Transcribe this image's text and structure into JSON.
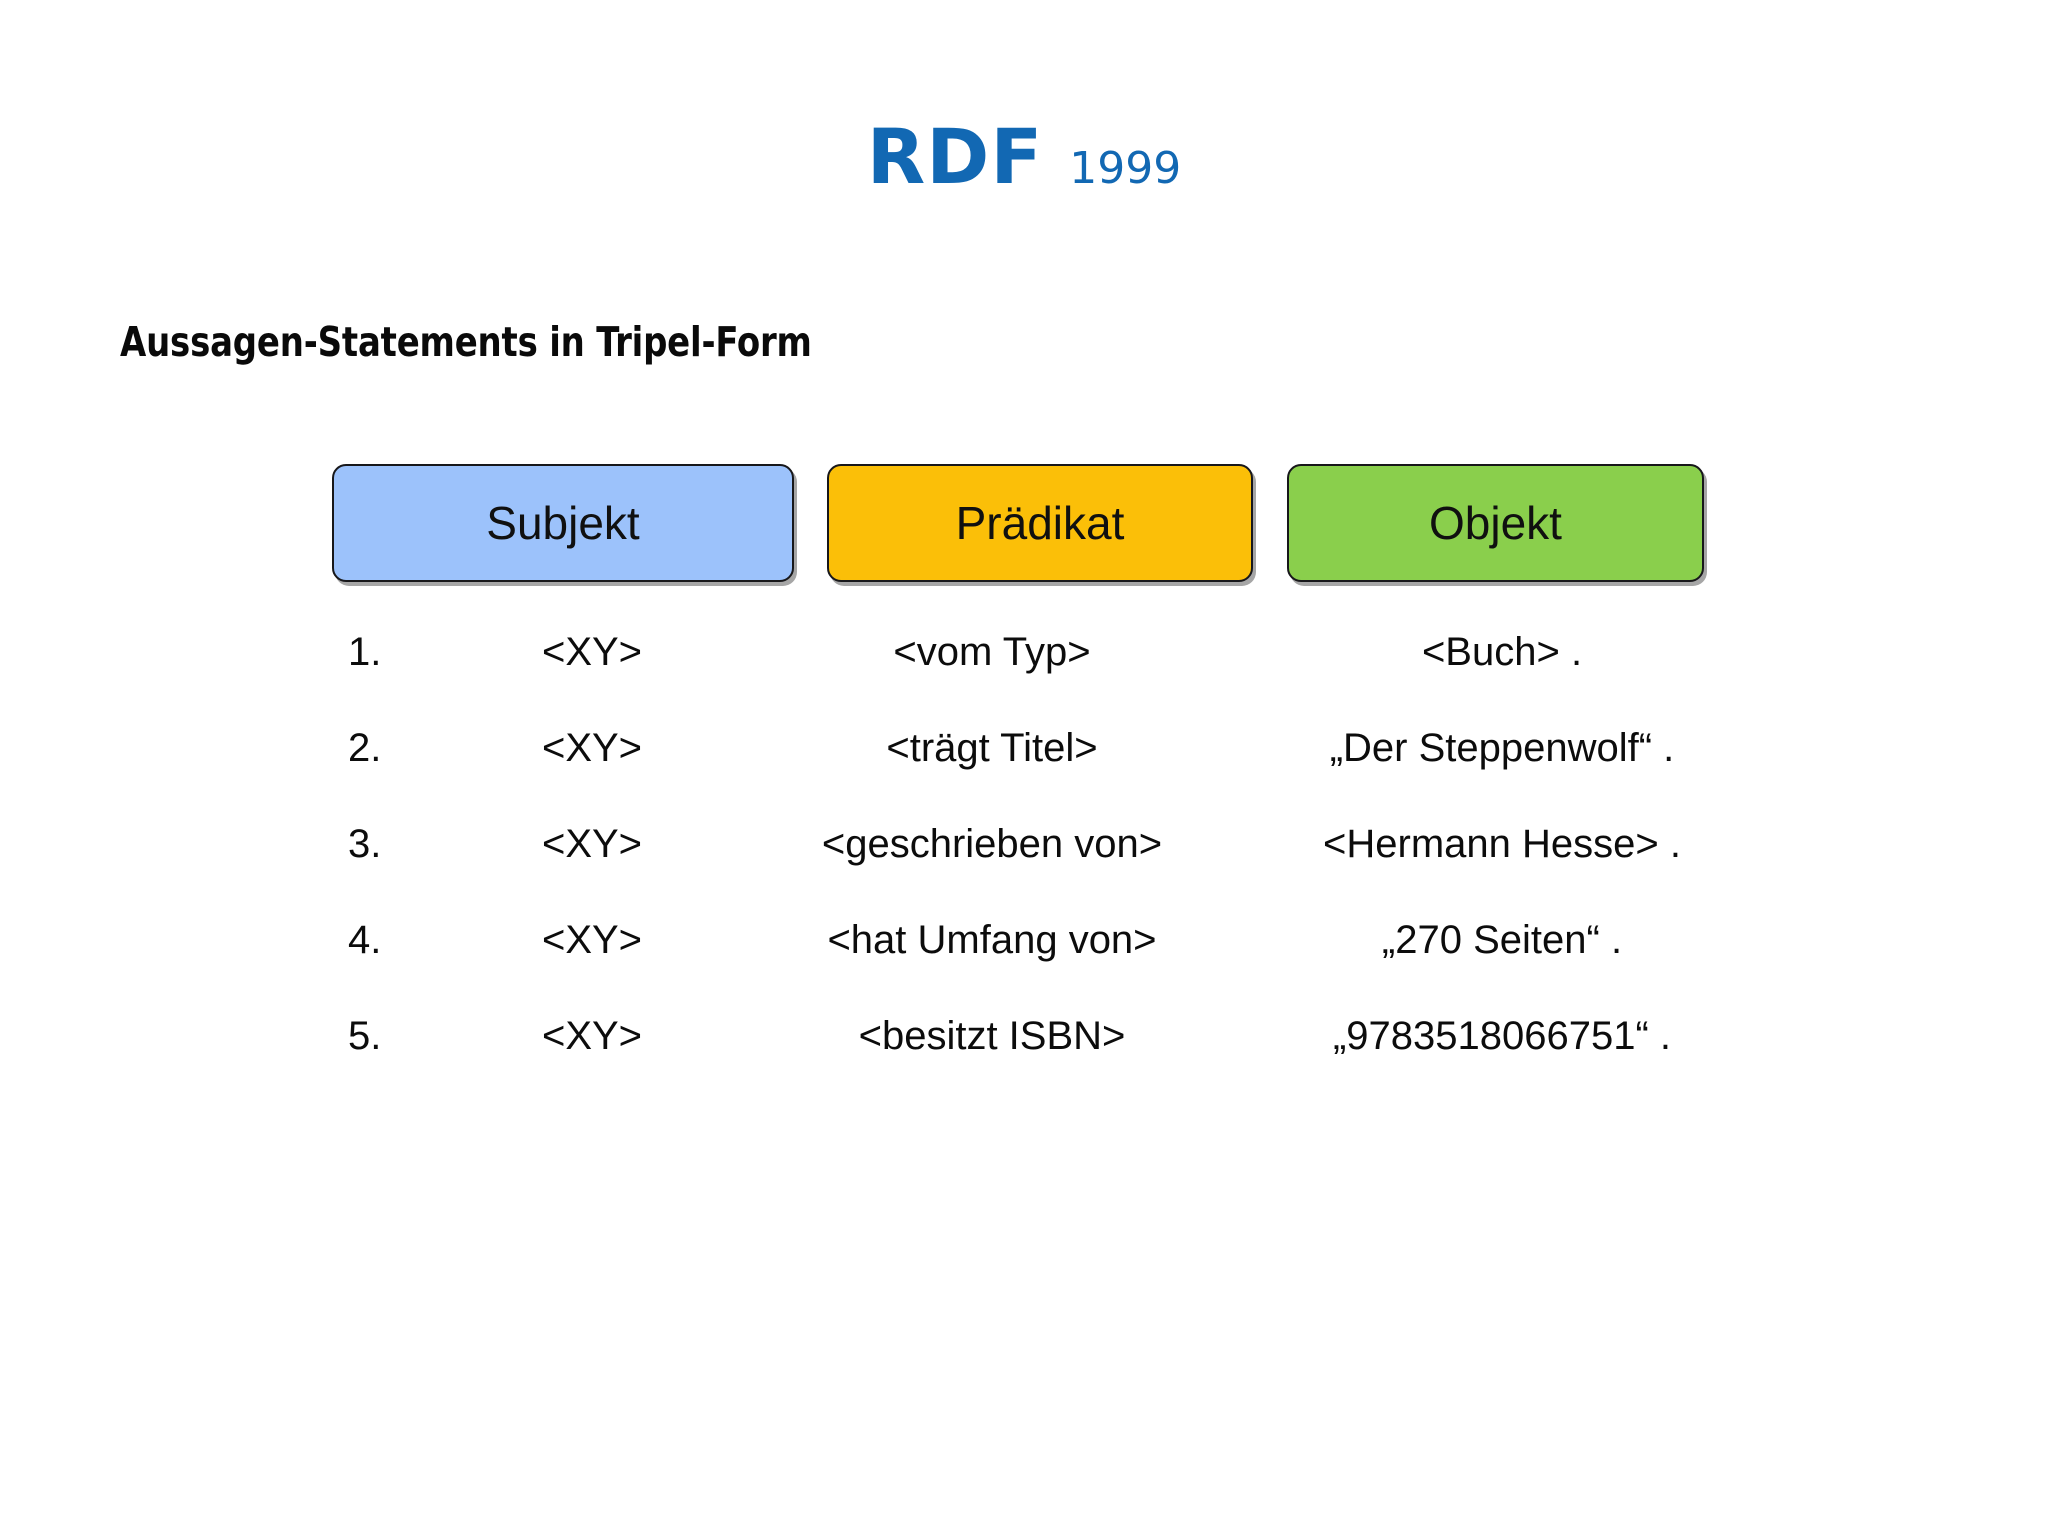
{
  "slide": {
    "background_color": "#ffffff",
    "title": {
      "main": "RDF",
      "year": "1999",
      "color": "#1268B3"
    },
    "subheading": "Aussagen-Statements in Tripel-Form"
  },
  "columns": [
    {
      "label": "Subjekt",
      "color": "#9CC2FB"
    },
    {
      "label": "Prädikat",
      "color": "#FBBF08"
    },
    {
      "label": "Objekt",
      "color": "#8ACF4C"
    }
  ],
  "triples": [
    {
      "index": "1.",
      "subject": "<XY>",
      "predicate": "<vom Typ>",
      "object": "<Buch> ."
    },
    {
      "index": "2.",
      "subject": "<XY>",
      "predicate": "<trägt Titel>",
      "object": "„Der Steppenwolf“ ."
    },
    {
      "index": "3.",
      "subject": "<XY>",
      "predicate": "<geschrieben von>",
      "object": "<Hermann Hesse> ."
    },
    {
      "index": "4.",
      "subject": "<XY>",
      "predicate": "<hat Umfang von>",
      "object": "„270 Seiten“ ."
    },
    {
      "index": "5.",
      "subject": "<XY>",
      "predicate": "<besitzt ISBN>",
      "object": "„9783518066751“ ."
    }
  ]
}
